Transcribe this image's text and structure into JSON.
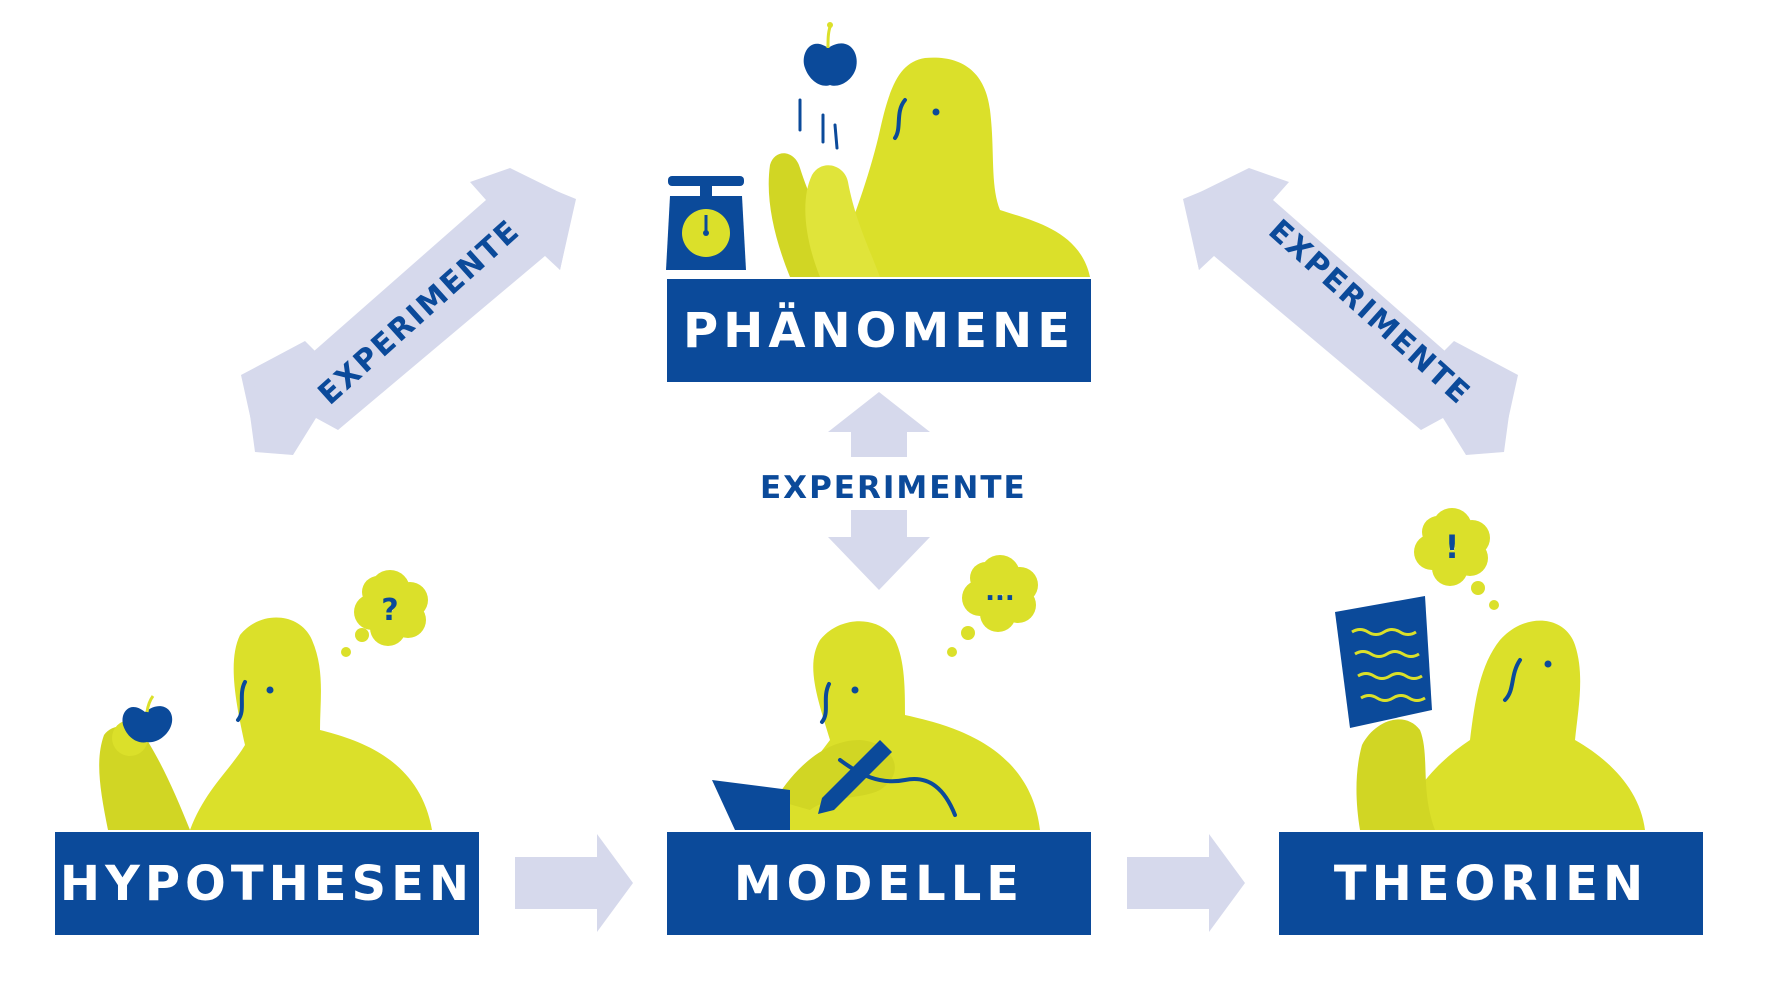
{
  "nodes": {
    "phaenomene": "PHÄNOMENE",
    "hypothesen": "HYPOTHESEN",
    "modelle": "MODELLE",
    "theorien": "THEORIEN"
  },
  "edges": {
    "left_label": "EXPERIMENTE",
    "center_label": "EXPERIMENTE",
    "right_label": "EXPERIMENTE"
  },
  "thought_bubbles": {
    "hypothesen": "?",
    "modelle": "...",
    "theorien": "!"
  },
  "icons": [
    "apple-icon",
    "scale-icon",
    "thought-bubble-icon",
    "pen-icon",
    "paper-icon"
  ],
  "colors": {
    "primary_blue": "#0b4a9a",
    "figure_yellow": "#dbe02a",
    "arrow_lavender": "#d6d9ec",
    "background": "#ffffff"
  }
}
